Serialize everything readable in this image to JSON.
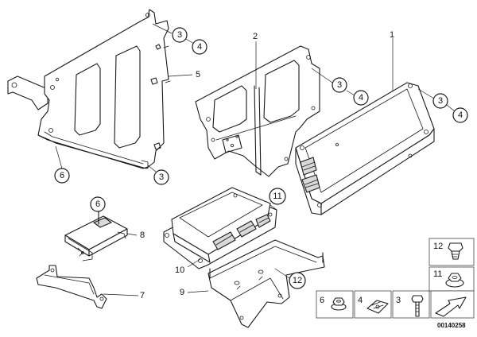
{
  "callouts": {
    "c3a": "3",
    "c4a": "4",
    "c5": "5",
    "c6a": "6",
    "c3b": "3",
    "c2": "2",
    "c3c": "3",
    "c4b": "4",
    "c1": "1",
    "c3d": "3",
    "c4c": "4",
    "c6b": "6",
    "c8": "8",
    "c11": "11",
    "c10": "10",
    "c7": "7",
    "c9": "9",
    "c12": "12"
  },
  "legend": {
    "item12": "12",
    "item11": "11",
    "item6": "6",
    "item4": "4",
    "item3": "3"
  },
  "reference_number": "00140258"
}
